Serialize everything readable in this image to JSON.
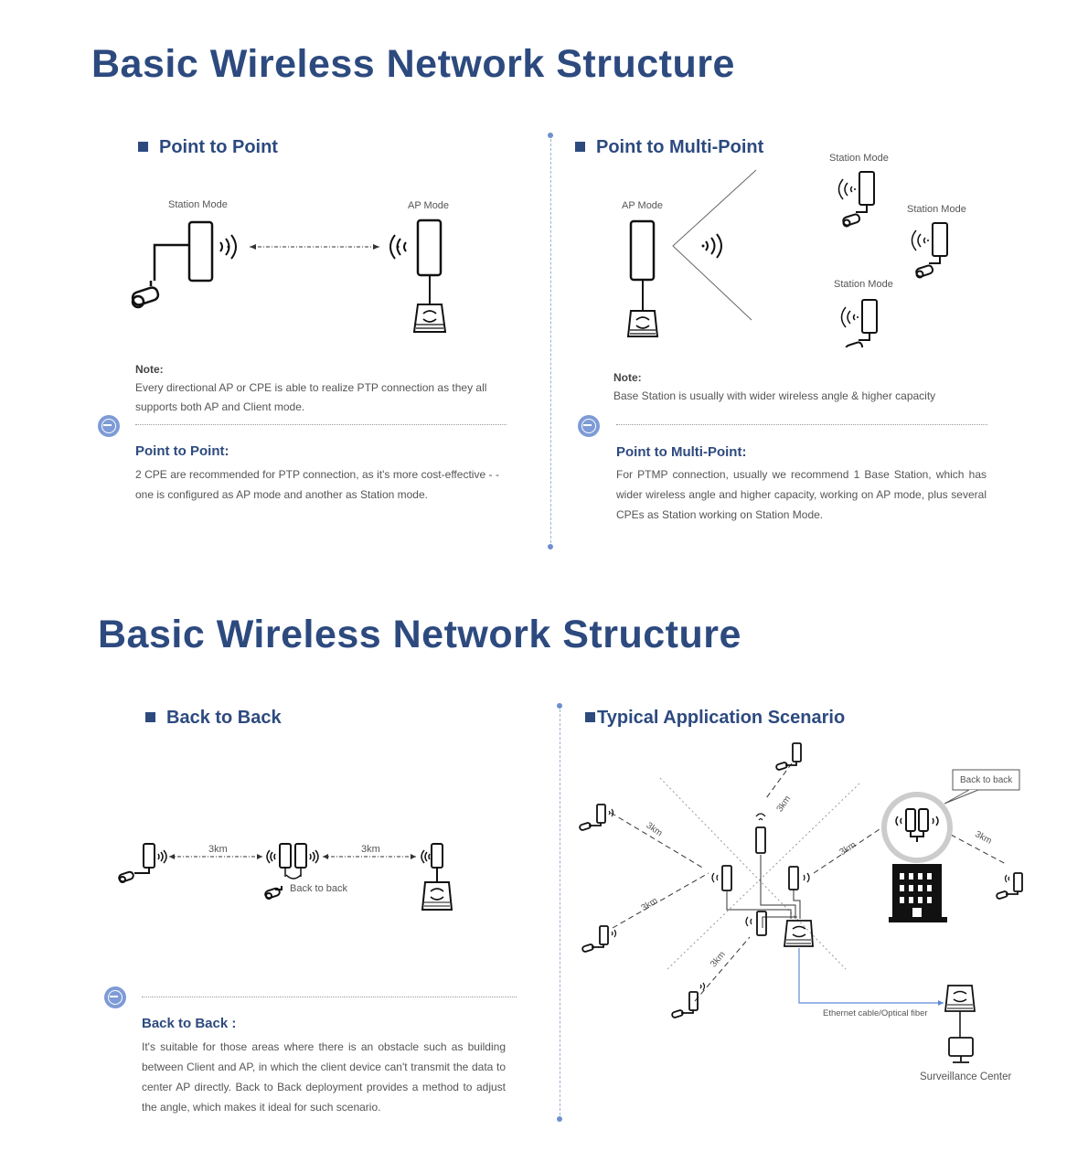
{
  "top": {
    "title": "Basic Wireless Network Structure",
    "ptp": {
      "heading": "Point to Point",
      "station_label": "Station Mode",
      "ap_label": "AP Mode",
      "note_heading": "Note:",
      "note_text": "Every directional AP or CPE is able to realize PTP connection as they all supports both AP and Client mode.",
      "sub_heading": "Point to Point:",
      "body": "2 CPE are recommended for PTP connection, as it's more cost-effective - - one is configured  as AP mode and another  as Station mode."
    },
    "ptmp": {
      "heading": "Point to Multi-Point",
      "ap_label": "AP Mode",
      "station_label_1": "Station Mode",
      "station_label_2": "Station Mode",
      "station_label_3": "Station Mode",
      "note_heading": "Note:",
      "note_text": "Base Station is usually  with wider wireless angle & higher capacity",
      "sub_heading": "Point to Multi-Point:",
      "body": "For PTMP connection, usually we recommend 1 Base Station, which has wider wireless angle and higher capacity, working on AP mode, plus several CPEs as Station working on Station Mode."
    }
  },
  "bottom": {
    "title": "Basic Wireless Network Structure",
    "b2b": {
      "heading": "Back to Back",
      "distance_left": "3km",
      "distance_right": "3km",
      "b2b_label": "Back to back",
      "sub_heading": "Back to Back :",
      "body": "It's suitable for those areas where there is an obstacle such as building between Client and AP, in which the client device can't transmit the data to center AP directly. Back to Back deployment provides a method to adjust the angle, which makes it ideal for such scenario."
    },
    "scenario": {
      "heading": "Typical Application Scenario",
      "distances": [
        "3km",
        "3km",
        "3km",
        "3km",
        "3km",
        "3km"
      ],
      "callout": "Back to back",
      "cable_label": "Ethernet cable/Optical fiber",
      "center_label": "Surveillance Center"
    }
  }
}
